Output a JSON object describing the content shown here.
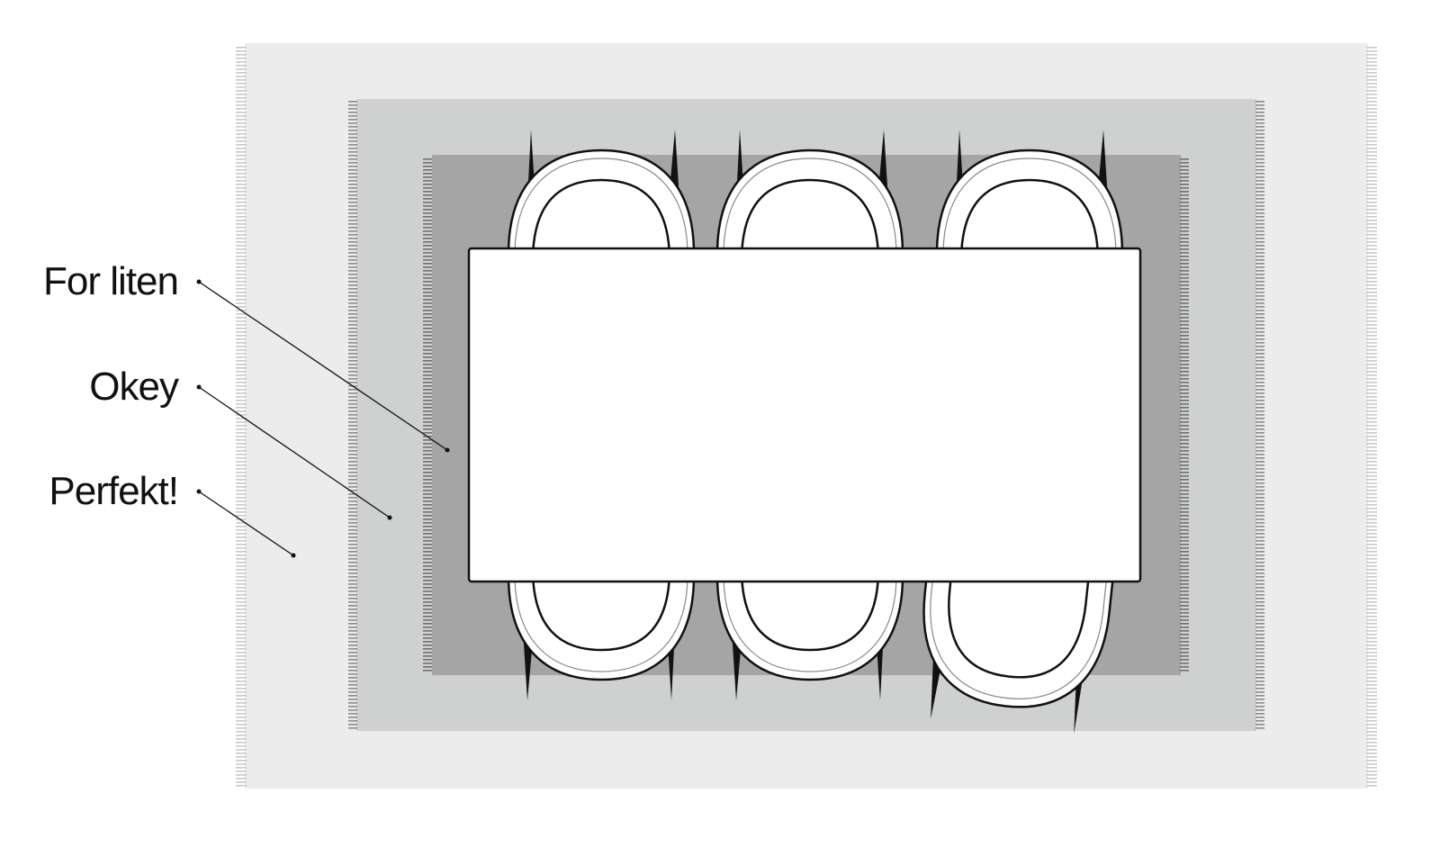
{
  "labels": {
    "too_small": "For liten",
    "okay": "Okey",
    "perfect": "Perfekt!"
  },
  "colors": {
    "rug_large": "#ececec",
    "rug_medium": "#cfd0d0",
    "rug_small": "#a5a5a5",
    "fringe_large": "#c9c9c9",
    "fringe_medium": "#8c8c8c",
    "fringe_small": "#707070",
    "table": "#ffffff",
    "outline": "#111111"
  },
  "icons": {
    "chair": "chair-icon",
    "table": "table-icon",
    "rug": "rug-icon"
  }
}
